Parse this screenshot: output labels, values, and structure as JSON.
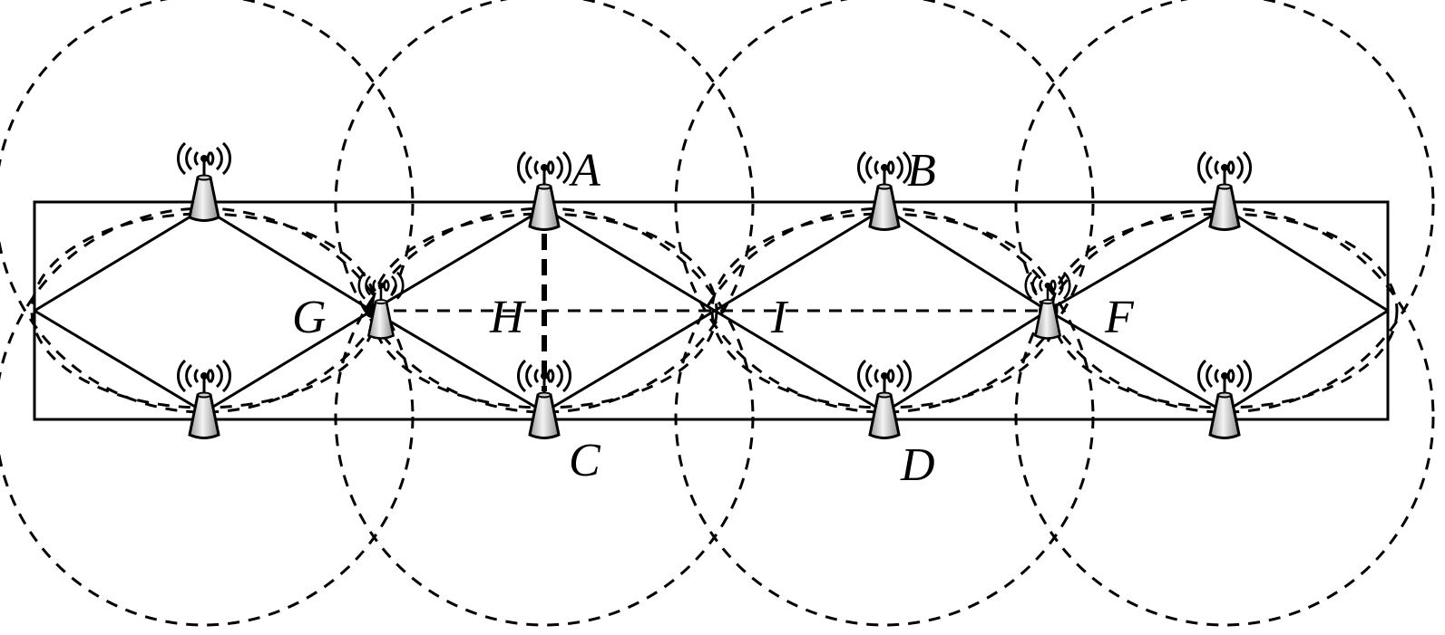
{
  "labels": {
    "A": "A",
    "B": "B",
    "C": "C",
    "D": "D",
    "F": "F",
    "G": "G",
    "H": "H",
    "I": "I"
  },
  "icons": {
    "base_station": "antenna-tower-icon",
    "signal": "wireless-signal-icon"
  },
  "colors": {
    "stroke": "#000000",
    "background": "#ffffff",
    "tower_fill_light": "#f4f4f4",
    "tower_fill_dark": "#9a9a9a"
  }
}
